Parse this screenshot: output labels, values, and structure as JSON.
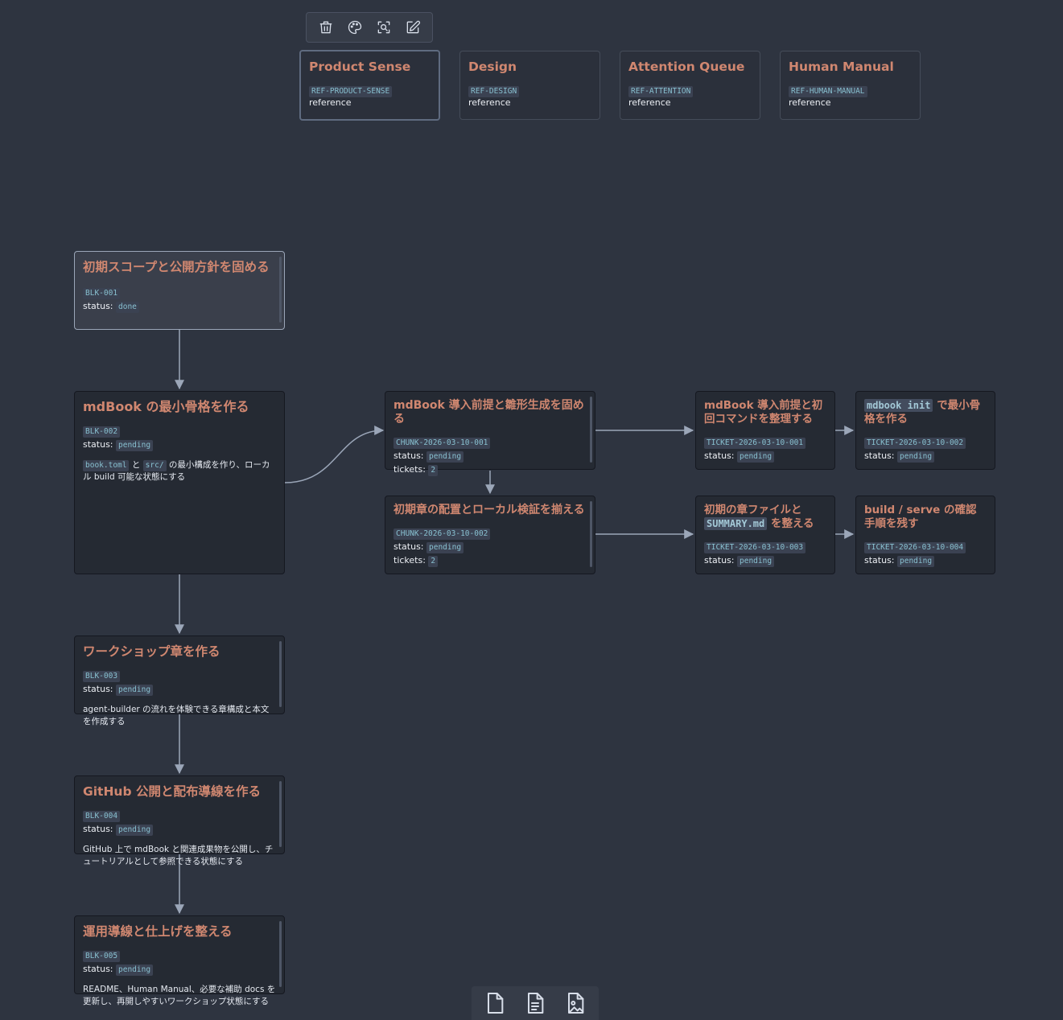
{
  "toolbar": {
    "icons": [
      "trash-icon",
      "palette-icon",
      "zoom-fit-icon",
      "edit-icon"
    ]
  },
  "references": [
    {
      "title": "Product Sense",
      "id": "REF-PRODUCT-SENSE",
      "kind": "reference"
    },
    {
      "title": "Design",
      "id": "REF-DESIGN",
      "kind": "reference"
    },
    {
      "title": "Attention Queue",
      "id": "REF-ATTENTION",
      "kind": "reference"
    },
    {
      "title": "Human Manual",
      "id": "REF-HUMAN-MANUAL",
      "kind": "reference"
    }
  ],
  "status_label": "status:",
  "tickets_label": "tickets:",
  "blocks": [
    {
      "title": "初期スコープと公開方針を固める",
      "id": "BLK-001",
      "status": "done"
    },
    {
      "title": "mdBook の最小骨格を作る",
      "id": "BLK-002",
      "status": "pending",
      "desc_code1": "book.toml",
      "desc_mid": "と",
      "desc_code2": "src/",
      "desc_rest": "の最小構成を作り、ローカル build 可能な状態にする"
    },
    {
      "title": "ワークショップ章を作る",
      "id": "BLK-003",
      "status": "pending",
      "desc": "agent-builder の流れを体験できる章構成と本文を作成する"
    },
    {
      "title": "GitHub 公開と配布導線を作る",
      "id": "BLK-004",
      "status": "pending",
      "desc": "GitHub 上で mdBook と関連成果物を公開し、チュートリアルとして参照できる状態にする"
    },
    {
      "title": "運用導線と仕上げを整える",
      "id": "BLK-005",
      "status": "pending",
      "desc": "README、Human Manual、必要な補助 docs を更新し、再開しやすいワークショップ状態にする"
    }
  ],
  "chunks": [
    {
      "title": "mdBook 導入前提と雛形生成を固める",
      "id": "CHUNK-2026-03-10-001",
      "status": "pending",
      "tickets": "2"
    },
    {
      "title": "初期章の配置とローカル検証を揃える",
      "id": "CHUNK-2026-03-10-002",
      "status": "pending",
      "tickets": "2"
    }
  ],
  "tickets": [
    {
      "title": "mdBook 導入前提と初回コマンドを整理する",
      "id": "TICKET-2026-03-10-001",
      "status": "pending"
    },
    {
      "title_code": "mdbook init",
      "title_rest": "で最小骨格を作る",
      "id": "TICKET-2026-03-10-002",
      "status": "pending"
    },
    {
      "title_pre": "初期の章ファイルと",
      "title_code": "SUMMARY.md",
      "title_rest": "を整える",
      "id": "TICKET-2026-03-10-003",
      "status": "pending"
    },
    {
      "title": "build / serve の確認手順を残す",
      "id": "TICKET-2026-03-10-004",
      "status": "pending"
    }
  ],
  "bottombar": {
    "icons": [
      "blank-file-icon",
      "text-file-icon",
      "image-file-icon"
    ]
  },
  "colors": {
    "background": "#2e3440",
    "title_accent": "#d08770",
    "code_text": "#88c0d0",
    "edge": "#9ba6b8"
  }
}
